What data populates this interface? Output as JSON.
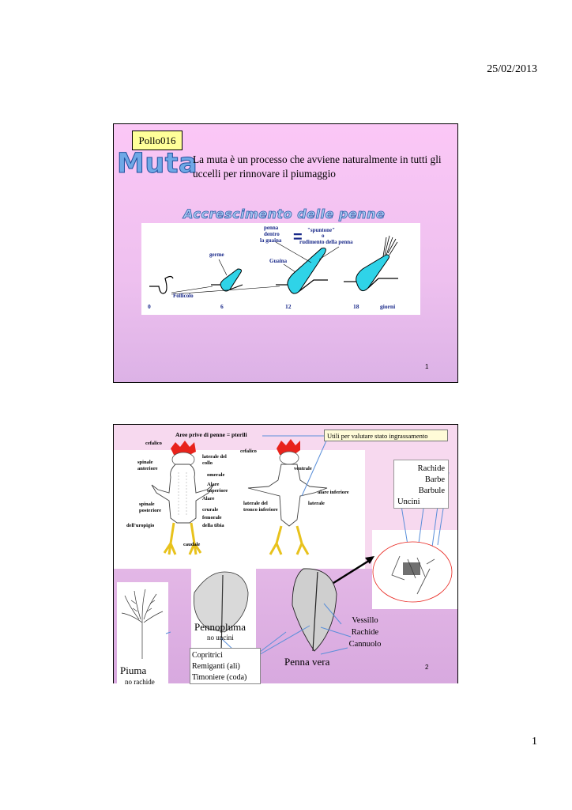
{
  "header": {
    "date": "25/02/2013"
  },
  "footer": {
    "page_number": "1"
  },
  "slide1": {
    "badge": "Pollo016",
    "title": "Muta",
    "intro": "La muta è un processo che avviene naturalmente in tutti gli uccelli per rinnovare il piumaggio",
    "subtitle": "Accrescimento delle penne",
    "diagram": {
      "label_penna": "penna",
      "label_dentro": "dentro",
      "label_guaina_in": "la guaina",
      "equals": "=",
      "label_spuntone": "\"spuntone\"",
      "label_o": "o",
      "label_rudimento": "rudimento della penna",
      "label_germe": "germe",
      "label_guaina": "Guaina",
      "label_follicolo": "Follicolo",
      "days": [
        "0",
        "6",
        "12",
        "18"
      ],
      "days_unit": "giorni"
    },
    "slide_number": "1"
  },
  "slide2": {
    "pterili_title": "Aree prive di penne = pterili",
    "annotation": "Utili per valutare stato ingrassamento",
    "back_labels": [
      "cefalico",
      "spinale anteriore",
      "laterale del collo",
      "omerale",
      "Alare superiore",
      "Alare",
      "spinale posteriore",
      "crurale",
      "femorale",
      "dell'uropigio",
      "della tibia",
      "caudale"
    ],
    "front_labels": [
      "cefalico",
      "ventrale",
      "alare inferiore",
      "laterale del tronco inferiore",
      "laterale"
    ],
    "feather_parts": [
      "Rachide",
      "Barbe",
      "Barbule",
      "Uncini"
    ],
    "piuma": "Piuma",
    "piuma_sub": "no rachide",
    "pennopluma": "Pennopluma",
    "pennopluma_sub": "no uncini",
    "penna_vera": "Penna vera",
    "pennavera_parts": [
      "Vessillo",
      "Rachide",
      "Cannuolo"
    ],
    "feather_types": [
      "Copritrici",
      "Remiganti (ali)",
      "Timoniere (coda)"
    ],
    "slide_number": "2"
  }
}
